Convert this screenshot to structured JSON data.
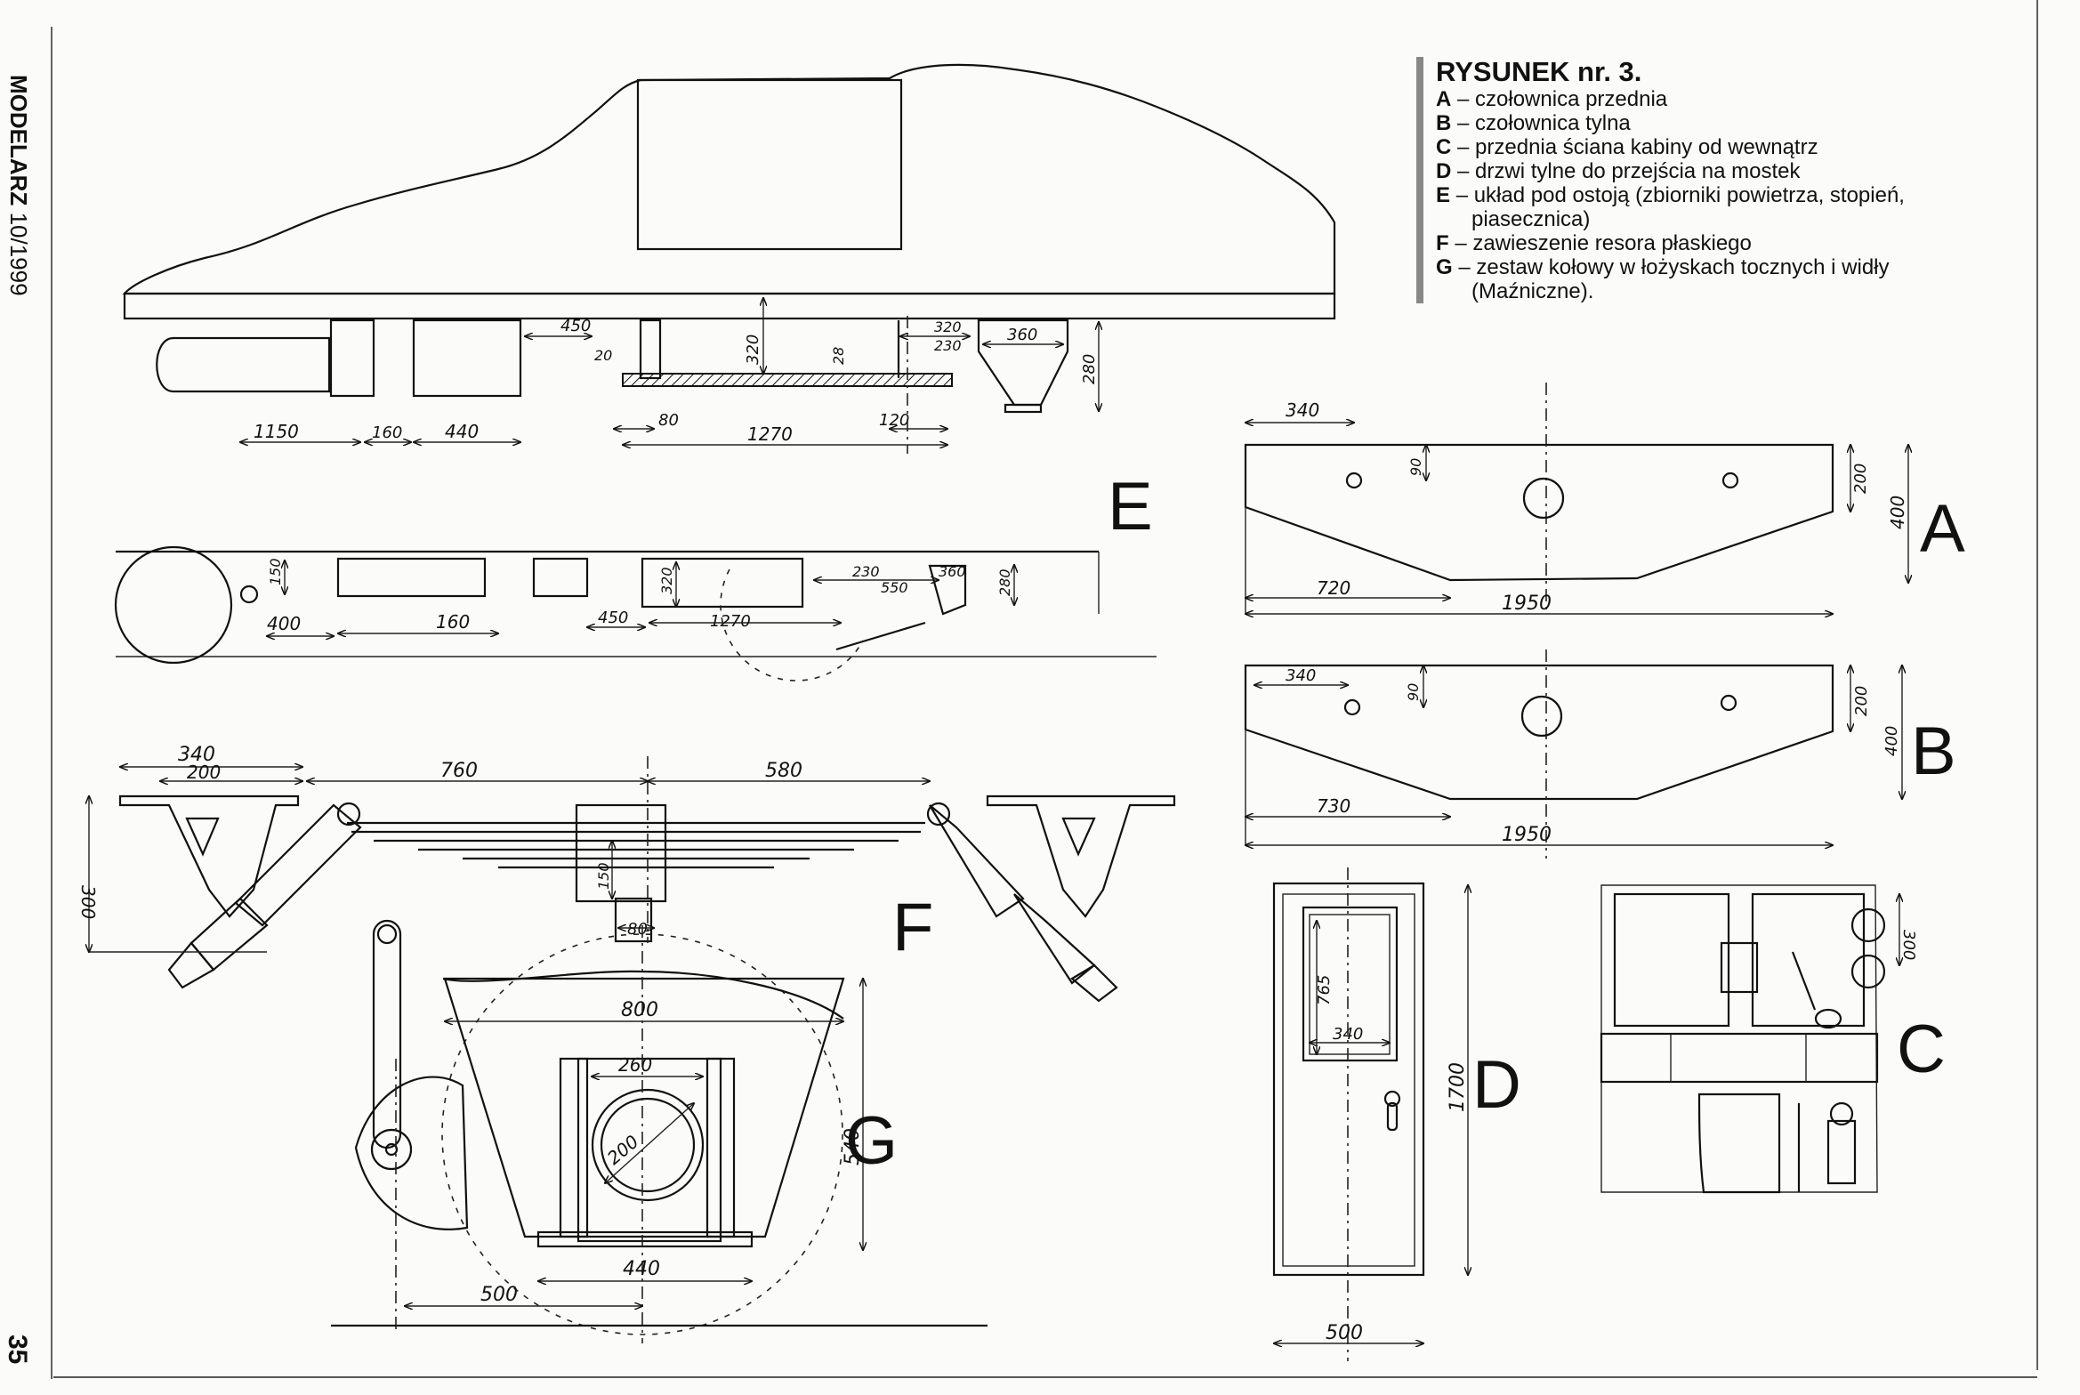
{
  "header": {
    "magazine": "MODELARZ",
    "issue": "10/1999"
  },
  "page_number": "35",
  "legend": {
    "title": "RYSUNEK nr. 3.",
    "items": [
      {
        "key": "A",
        "text": "– czołownica przednia"
      },
      {
        "key": "B",
        "text": "– czołownica tylna"
      },
      {
        "key": "C",
        "text": "– przednia ściana kabiny od wewnątrz"
      },
      {
        "key": "D",
        "text": "– drzwi tylne do przejścia na mostek"
      },
      {
        "key": "E",
        "text": "– układ pod ostoją (zbiorniki powietrza, stopień,"
      },
      {
        "key": "",
        "text": "piasecznica)"
      },
      {
        "key": "F",
        "text": "– zawieszenie resora płaskiego"
      },
      {
        "key": "G",
        "text": "– zestaw kołowy w łożyskach tocznych i widły"
      },
      {
        "key": "",
        "text": "(Maźniczne)."
      }
    ]
  },
  "figures": {
    "E": {
      "letter": "E",
      "dims": [
        "450",
        "20",
        "320",
        "28",
        "320",
        "230",
        "360",
        "280",
        "1150",
        "160",
        "440",
        "80",
        "1270",
        "120",
        "150",
        "400",
        "160",
        "450",
        "320",
        "1270",
        "230",
        "550",
        "360",
        "280"
      ]
    },
    "A": {
      "letter": "A",
      "dims": [
        "340",
        "90",
        "200",
        "400",
        "720",
        "1950"
      ]
    },
    "B": {
      "letter": "B",
      "dims": [
        "340",
        "90",
        "200",
        "400",
        "730",
        "1950"
      ]
    },
    "F": {
      "letter": "F",
      "dims": [
        "340",
        "200",
        "760",
        "580",
        "300",
        "150",
        "80"
      ]
    },
    "G": {
      "letter": "G",
      "dims": [
        "800",
        "260",
        "200",
        "540",
        "440",
        "500"
      ]
    },
    "D": {
      "letter": "D",
      "dims": [
        "765",
        "340",
        "1700",
        "500"
      ]
    },
    "C": {
      "letter": "C",
      "dims": [
        "300"
      ]
    }
  }
}
